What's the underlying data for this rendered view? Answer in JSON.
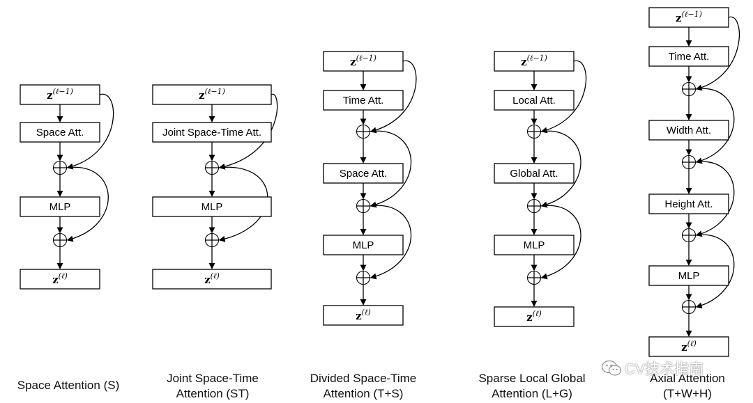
{
  "panels": [
    {
      "id": "space",
      "caption_lines": [
        "Space Attention (S)"
      ],
      "blocks": [
        "z_in",
        "Space Att.",
        "plus",
        "MLP",
        "plus",
        "z_out"
      ]
    },
    {
      "id": "joint",
      "caption_lines": [
        "Joint Space-Time",
        "Attention (ST)"
      ],
      "blocks": [
        "z_in",
        "Joint Space-Time Att.",
        "plus",
        "MLP",
        "plus",
        "z_out"
      ]
    },
    {
      "id": "divided",
      "caption_lines": [
        "Divided Space-Time",
        "Attention (T+S)"
      ],
      "blocks": [
        "z_in",
        "Time Att.",
        "plus",
        "Space Att.",
        "plus",
        "MLP",
        "plus",
        "z_out"
      ]
    },
    {
      "id": "sparse",
      "caption_lines": [
        "Sparse Local Global",
        "Attention (L+G)"
      ],
      "blocks": [
        "z_in",
        "Local Att.",
        "plus",
        "Global Att.",
        "plus",
        "MLP",
        "plus",
        "z_out"
      ]
    },
    {
      "id": "axial",
      "caption_lines": [
        "Axial Attention",
        "(T+W+H)"
      ],
      "blocks": [
        "z_in",
        "Time Att.",
        "plus",
        "Width Att.",
        "plus",
        "Height Att.",
        "plus",
        "MLP",
        "plus",
        "z_out"
      ]
    }
  ],
  "z_symbol": "z",
  "z_in_superscript": "(ℓ−1)",
  "z_out_superscript": "(ℓ)",
  "plus_symbol": "+",
  "watermark": {
    "icon": "wechat-icon",
    "text": "CV技术指南"
  }
}
